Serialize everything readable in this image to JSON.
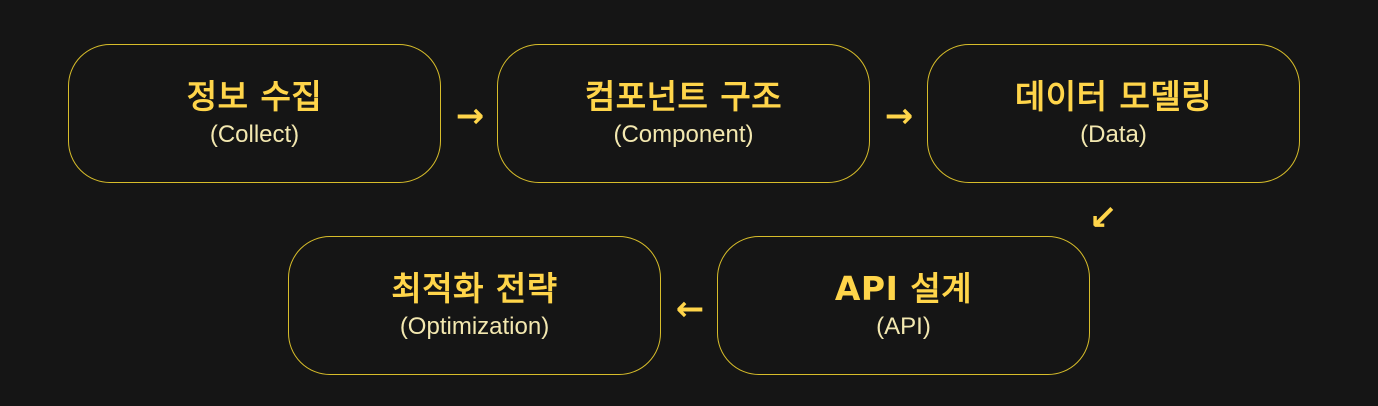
{
  "diagram": {
    "nodes": [
      {
        "id": "collect",
        "title": "정보 수집",
        "subtitle": "(Collect)"
      },
      {
        "id": "component",
        "title": "컴포넌트 구조",
        "subtitle": "(Component)"
      },
      {
        "id": "data",
        "title": "데이터 모델링",
        "subtitle": "(Data)"
      },
      {
        "id": "api",
        "title": "API 설계",
        "subtitle": "(API)"
      },
      {
        "id": "optimization",
        "title": "최적화 전략",
        "subtitle": "(Optimization)"
      }
    ],
    "arrows": [
      {
        "from": "collect",
        "to": "component",
        "glyph": "→"
      },
      {
        "from": "component",
        "to": "data",
        "glyph": "→"
      },
      {
        "from": "data",
        "to": "api",
        "glyph": "↙"
      },
      {
        "from": "api",
        "to": "optimization",
        "glyph": "←"
      }
    ],
    "colors": {
      "background": "#151515",
      "border": "#d7bd2a",
      "title": "#ffd54a",
      "subtitle": "#f3e8b0",
      "arrow": "#ffd54a"
    }
  }
}
